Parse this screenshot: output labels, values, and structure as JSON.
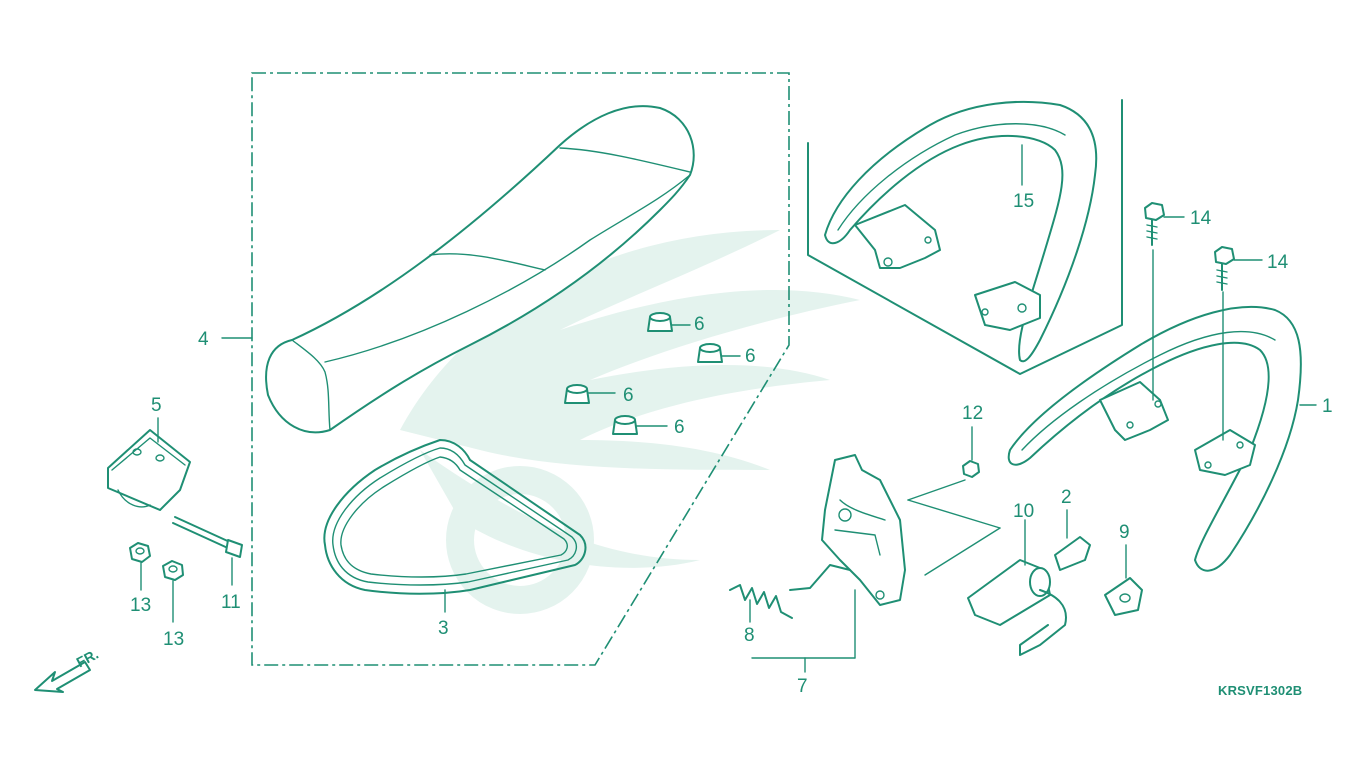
{
  "diagram": {
    "catalog_code": "KRSVF1302B",
    "front_marker": "FR.",
    "colors": {
      "line": "#1f8f74",
      "watermark": "#e4f3ee",
      "background": "#ffffff"
    },
    "callouts": [
      {
        "id": "label-1",
        "text": "1"
      },
      {
        "id": "label-2",
        "text": "2"
      },
      {
        "id": "label-3",
        "text": "3"
      },
      {
        "id": "label-4",
        "text": "4"
      },
      {
        "id": "label-5",
        "text": "5"
      },
      {
        "id": "label-6a",
        "text": "6"
      },
      {
        "id": "label-6b",
        "text": "6"
      },
      {
        "id": "label-6c",
        "text": "6"
      },
      {
        "id": "label-6d",
        "text": "6"
      },
      {
        "id": "label-7",
        "text": "7"
      },
      {
        "id": "label-8",
        "text": "8"
      },
      {
        "id": "label-9",
        "text": "9"
      },
      {
        "id": "label-10",
        "text": "10"
      },
      {
        "id": "label-11",
        "text": "11"
      },
      {
        "id": "label-12",
        "text": "12"
      },
      {
        "id": "label-13a",
        "text": "13"
      },
      {
        "id": "label-13b",
        "text": "13"
      },
      {
        "id": "label-14a",
        "text": "14"
      },
      {
        "id": "label-14b",
        "text": "14"
      },
      {
        "id": "label-15",
        "text": "15"
      }
    ]
  }
}
